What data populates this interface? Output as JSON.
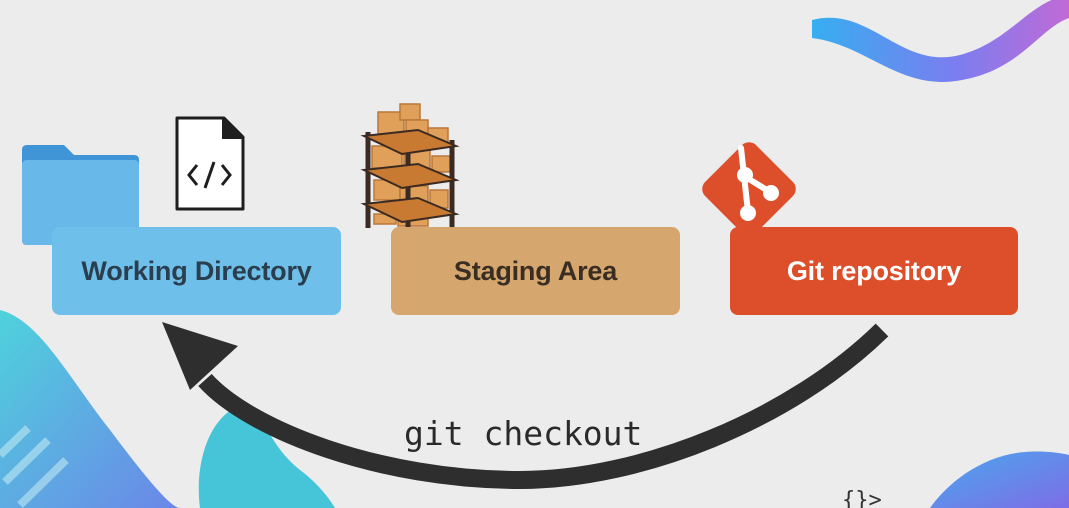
{
  "diagram": {
    "nodes": [
      {
        "id": "working-directory",
        "label": "Working Directory",
        "color": "#6ec0ea"
      },
      {
        "id": "staging-area",
        "label": "Staging Area",
        "color": "#d6a66f"
      },
      {
        "id": "git-repository",
        "label": "Git repository",
        "color": "#dd4e2a"
      }
    ],
    "edges": [
      {
        "from": "git-repository",
        "to": "working-directory",
        "label": "git checkout",
        "style": "curved-arrow"
      }
    ],
    "icons": [
      "folder-icon",
      "code-file-icon",
      "warehouse-shelves-icon",
      "git-logo-icon"
    ],
    "corner_mark": "{}>"
  }
}
